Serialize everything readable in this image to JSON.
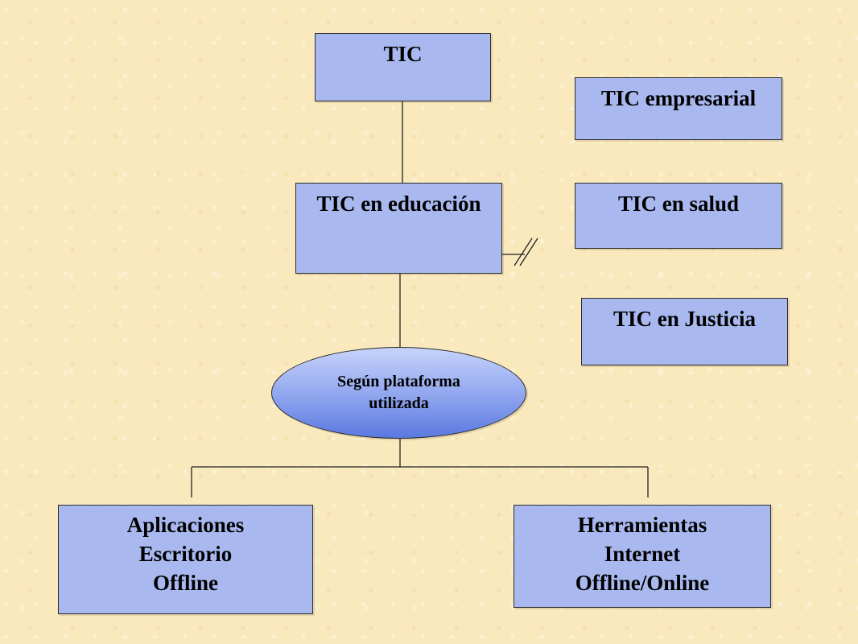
{
  "diagram": {
    "root": "TIC",
    "branches": {
      "empresarial": "TIC empresarial",
      "educacion": "TIC en educación",
      "salud": "TIC en salud",
      "justicia": "TIC en Justicia"
    },
    "criterion": "Según plataforma\nutilizada",
    "leaves": {
      "offline": "Aplicaciones\nEscritorio\nOffline",
      "online": "Herramientas\nInternet\nOffline/Online"
    }
  },
  "colors": {
    "background": "#f9e9bd",
    "box_fill": "#a9b9f0",
    "ellipse_light": "#c7d3fb",
    "ellipse_dark": "#5b78e0",
    "line": "#222222"
  }
}
